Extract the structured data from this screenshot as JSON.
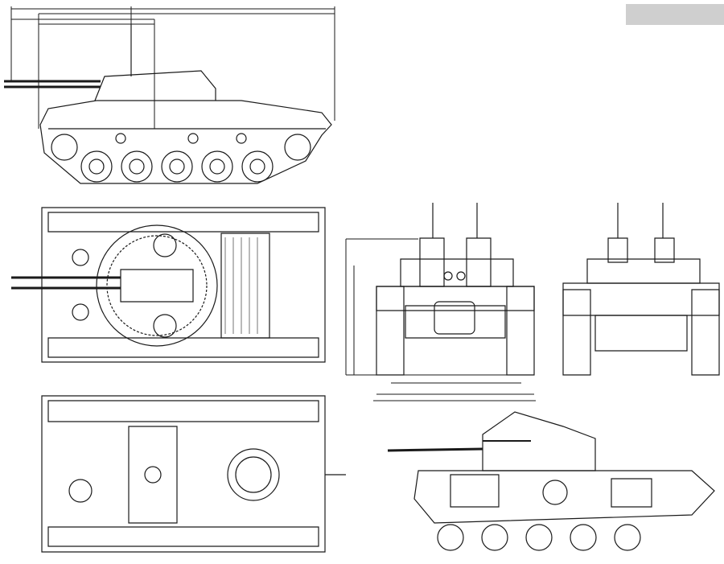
{
  "colors": {
    "ink": "#1a1a1a",
    "paper": "#ffffff",
    "corner_box": "#cfcfcf"
  },
  "views": [
    {
      "id": "left-side"
    },
    {
      "id": "right-side"
    },
    {
      "id": "top"
    },
    {
      "id": "bottom"
    },
    {
      "id": "front"
    },
    {
      "id": "rear"
    },
    {
      "id": "cutaway"
    }
  ]
}
